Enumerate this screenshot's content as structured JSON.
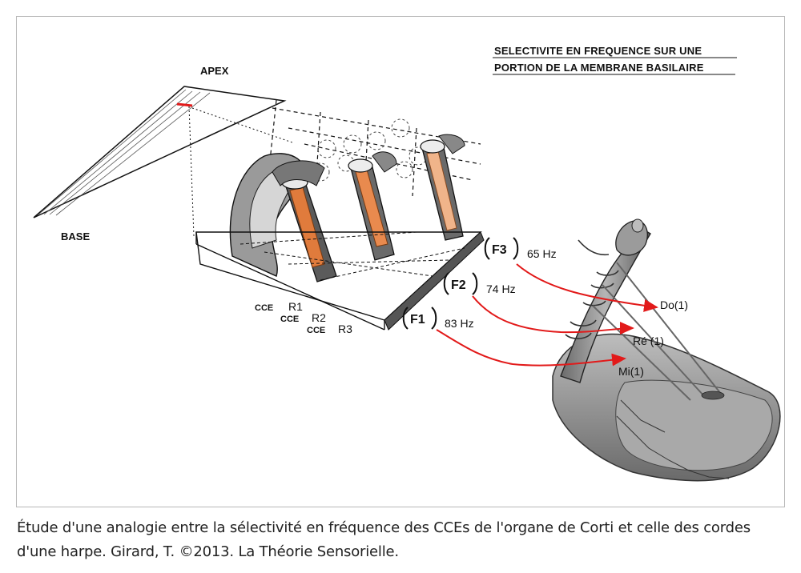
{
  "title": {
    "line1": "Selectivite en frequence sur une",
    "line2": "portion de la membrane basilaire"
  },
  "labels": {
    "apex": "APEX",
    "base": "BASE",
    "cce_r1_prefix": "CCE",
    "cce_r1": "R1",
    "cce_r2_prefix": "CCE",
    "cce_r2": "R2",
    "cce_r3_prefix": "CCE",
    "cce_r3": "R3"
  },
  "frequencies": [
    {
      "tag": "F3",
      "hz": "65 Hz",
      "note": "Do(1)"
    },
    {
      "tag": "F2",
      "hz": "74 Hz",
      "note": "Ré (1)"
    },
    {
      "tag": "F1",
      "hz": "83 Hz",
      "note": "Mi(1)"
    }
  ],
  "caption": {
    "line1": "Étude d'une analogie entre la sélectivité en fréquence des CCEs de l'organe de Corti et celle des cordes",
    "line2": "d'une harpe. Girard, T. ©2013. La Théorie Sensorielle."
  },
  "colors": {
    "arrow": "#e21a1a",
    "ink": "#111111",
    "hair_cell_orange": "#e07b3c",
    "harp_body": "#8a8a8a"
  }
}
